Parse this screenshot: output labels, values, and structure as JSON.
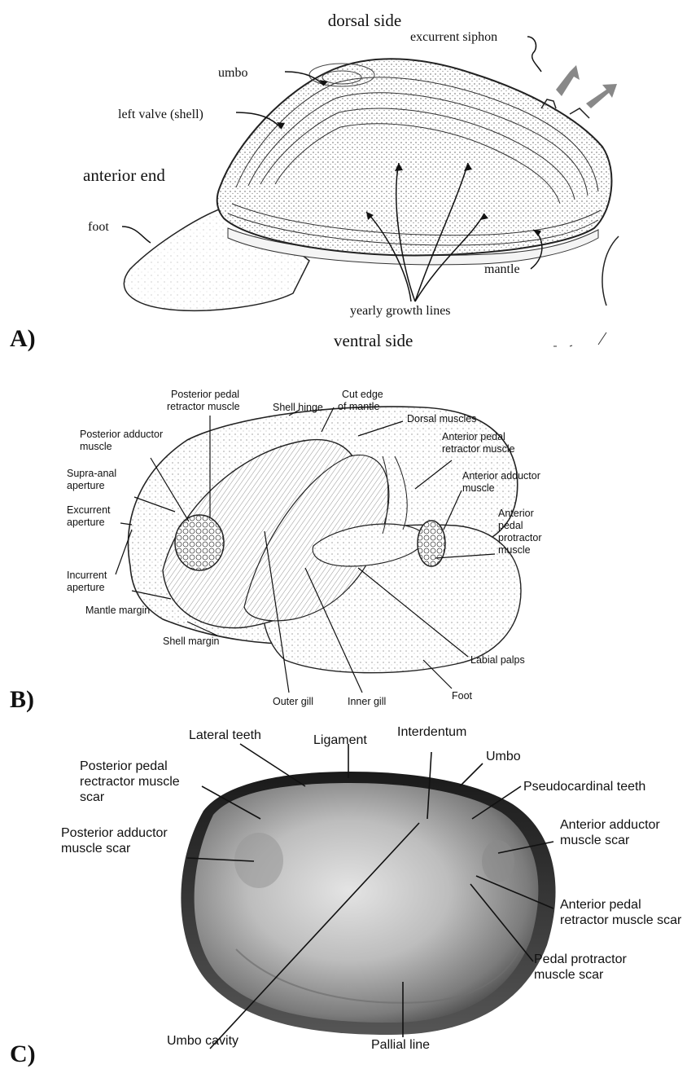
{
  "panel_a": {
    "letter": "A)",
    "labels": {
      "dorsal": "dorsal side",
      "ventral": "ventral side",
      "umbo": "umbo",
      "left_valve": "left valve (shell)",
      "anterior_end": "anterior end",
      "foot": "foot",
      "excurrent_siphon": "excurrent siphon",
      "mantle": "mantle",
      "growth_lines": "yearly growth lines"
    }
  },
  "panel_b": {
    "letter": "B)",
    "labels": {
      "post_pedal_retr_1": "Posterior pedal",
      "post_pedal_retr_2": "retractor muscle",
      "shell_hinge": "Shell hinge",
      "cut_edge_1": "Cut edge",
      "cut_edge_2": "of mantle",
      "dorsal_muscles": "Dorsal muscles",
      "post_adductor_1": "Posterior adductor",
      "post_adductor_2": "muscle",
      "ant_pedal_retr_1": "Anterior pedal",
      "ant_pedal_retr_2": "retractor muscle",
      "supra_anal_1": "Supra-anal",
      "supra_anal_2": "aperture",
      "ant_adductor_1": "Anterior adductor",
      "ant_adductor_2": "muscle",
      "excurrent_1": "Excurrent",
      "excurrent_2": "aperture",
      "ant_pedal_protr_1": "Anterior",
      "ant_pedal_protr_2": "pedal",
      "ant_pedal_protr_3": "protractor",
      "ant_pedal_protr_4": "muscle",
      "incurrent_1": "Incurrent",
      "incurrent_2": "aperture",
      "mantle_margin": "Mantle margin",
      "labial_palps": "Labial palps",
      "shell_margin": "Shell margin",
      "foot": "Foot",
      "outer_gill": "Outer gill",
      "inner_gill": "Inner gill"
    }
  },
  "panel_c": {
    "letter": "C)",
    "labels": {
      "lateral_teeth": "Lateral teeth",
      "ligament": "Ligament",
      "interdentum": "Interdentum",
      "umbo": "Umbo",
      "ppr_scar_1": "Posterior pedal",
      "ppr_scar_2": "rectractor muscle",
      "ppr_scar_3": "scar",
      "pseudocardinal": "Pseudocardinal teeth",
      "pa_scar_1": "Posterior adductor",
      "pa_scar_2": "muscle scar",
      "aa_scar_1": "Anterior adductor",
      "aa_scar_2": "muscle scar",
      "apr_scar_1": "Anterior pedal",
      "apr_scar_2": "retractor muscle scar",
      "pp_scar_1": "Pedal protractor",
      "pp_scar_2": "muscle scar",
      "umbo_cavity": "Umbo cavity",
      "pallial_line": "Pallial line"
    }
  }
}
